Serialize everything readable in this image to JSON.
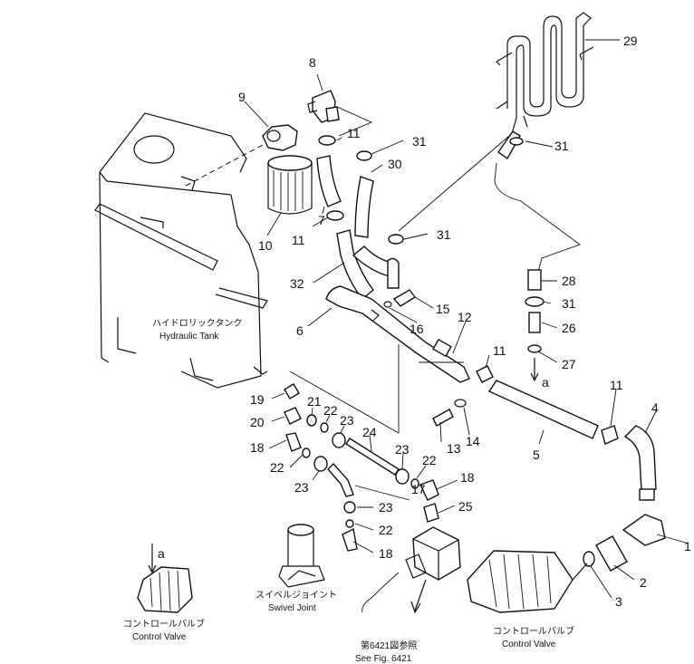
{
  "callouts": [
    {
      "id": "c1",
      "label": "1"
    },
    {
      "id": "c2",
      "label": "2"
    },
    {
      "id": "c3",
      "label": "3"
    },
    {
      "id": "c4",
      "label": "4"
    },
    {
      "id": "c5",
      "label": "5"
    },
    {
      "id": "c6",
      "label": "6"
    },
    {
      "id": "c7",
      "label": "7"
    },
    {
      "id": "c8",
      "label": "8"
    },
    {
      "id": "c9",
      "label": "9"
    },
    {
      "id": "c10",
      "label": "10"
    },
    {
      "id": "c11a",
      "label": "11"
    },
    {
      "id": "c11b",
      "label": "11"
    },
    {
      "id": "c11c",
      "label": "11"
    },
    {
      "id": "c11d",
      "label": "11"
    },
    {
      "id": "c12",
      "label": "12"
    },
    {
      "id": "c13",
      "label": "13"
    },
    {
      "id": "c14",
      "label": "14"
    },
    {
      "id": "c15",
      "label": "15"
    },
    {
      "id": "c16",
      "label": "16"
    },
    {
      "id": "c17",
      "label": "17"
    },
    {
      "id": "c18a",
      "label": "18"
    },
    {
      "id": "c18b",
      "label": "18"
    },
    {
      "id": "c18c",
      "label": "18"
    },
    {
      "id": "c19",
      "label": "19"
    },
    {
      "id": "c20",
      "label": "20"
    },
    {
      "id": "c21",
      "label": "21"
    },
    {
      "id": "c22a",
      "label": "22"
    },
    {
      "id": "c22b",
      "label": "22"
    },
    {
      "id": "c22c",
      "label": "22"
    },
    {
      "id": "c22d",
      "label": "22"
    },
    {
      "id": "c23a",
      "label": "23"
    },
    {
      "id": "c23b",
      "label": "23"
    },
    {
      "id": "c23c",
      "label": "23"
    },
    {
      "id": "c23d",
      "label": "23"
    },
    {
      "id": "c24",
      "label": "24"
    },
    {
      "id": "c25",
      "label": "25"
    },
    {
      "id": "c26",
      "label": "26"
    },
    {
      "id": "c27",
      "label": "27"
    },
    {
      "id": "c28",
      "label": "28"
    },
    {
      "id": "c29",
      "label": "29"
    },
    {
      "id": "c30",
      "label": "30"
    },
    {
      "id": "c31a",
      "label": "31"
    },
    {
      "id": "c31b",
      "label": "31"
    },
    {
      "id": "c31c",
      "label": "31"
    },
    {
      "id": "c31d",
      "label": "31"
    },
    {
      "id": "c32",
      "label": "32"
    },
    {
      "id": "ca1",
      "label": "a"
    },
    {
      "id": "ca2",
      "label": "a"
    }
  ],
  "captions": {
    "hydraulic_tank_jp": "ハイドロリックタンク",
    "hydraulic_tank_en": "Hydraulic Tank",
    "swivel_joint_jp": "スイベルジョイント",
    "swivel_joint_en": "Swivel Joint",
    "control_valve_left_jp": "コントロールバルブ",
    "control_valve_left_en": "Control Valve",
    "control_valve_right_jp": "コントロールバルブ",
    "control_valve_right_en": "Control Valve",
    "see_fig_jp": "第6421図参照",
    "see_fig_en": "See Fig. 6421"
  }
}
